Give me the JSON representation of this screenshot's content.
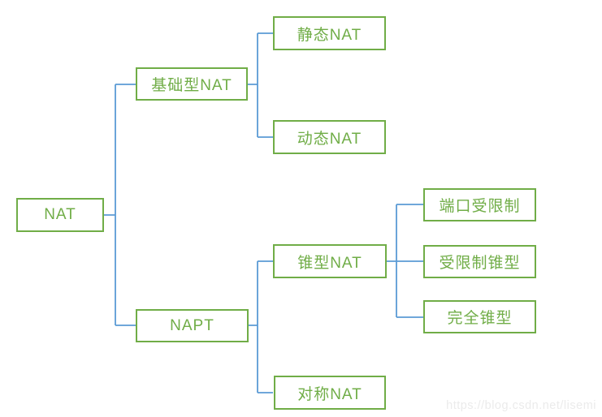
{
  "colors": {
    "box_border": "#70ad47",
    "box_text": "#70ad47",
    "connector": "#5b9bd5",
    "watermark": "#ebebeb"
  },
  "watermark": {
    "text": "https://blog.csdn.net/lisemi"
  },
  "tree": {
    "label": "NAT",
    "children": [
      {
        "label": "基础型NAT",
        "children": [
          {
            "label": "静态NAT"
          },
          {
            "label": "动态NAT"
          }
        ]
      },
      {
        "label": "NAPT",
        "children": [
          {
            "label": "锥型NAT",
            "children": [
              {
                "label": "端口受限制"
              },
              {
                "label": "受限制锥型"
              },
              {
                "label": "完全锥型"
              }
            ]
          },
          {
            "label": "对称NAT"
          }
        ]
      }
    ]
  }
}
